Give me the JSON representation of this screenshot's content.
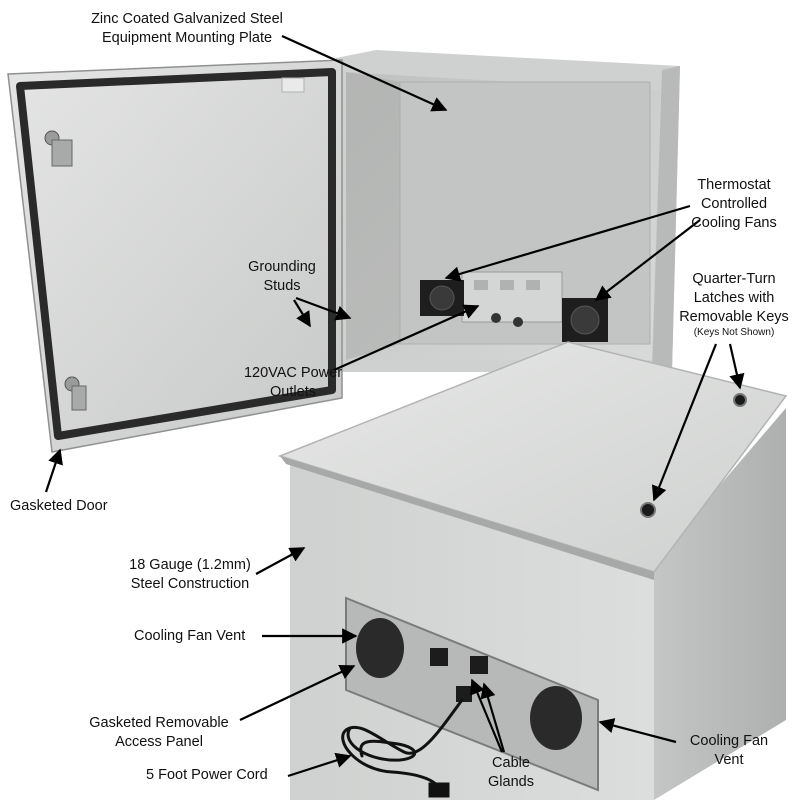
{
  "callouts": {
    "mounting_plate": [
      "Zinc Coated Galvanized Steel",
      "Equipment Mounting Plate"
    ],
    "fans": [
      "Thermostat",
      "Controlled",
      "Cooling Fans"
    ],
    "latches": [
      "Quarter-Turn",
      "Latches with",
      "Removable Keys"
    ],
    "latches_note": "(Keys Not Shown)",
    "grounding": [
      "Grounding",
      "Studs"
    ],
    "outlets": [
      "120VAC Power",
      "Outlets"
    ],
    "door": "Gasketed Door",
    "steel": [
      "18 Gauge (1.2mm)",
      "Steel Construction"
    ],
    "fan_vent_left": "Cooling Fan Vent",
    "access_panel": [
      "Gasketed Removable",
      "Access Panel"
    ],
    "power_cord": "5 Foot Power Cord",
    "cable_glands": [
      "Cable",
      "Glands"
    ],
    "fan_vent_right": [
      "Cooling Fan",
      "Vent"
    ]
  },
  "colors": {
    "enclosure": "#d6d8d7",
    "enclosure_shadow": "#b9bcbb",
    "interior": "#c9cbca",
    "gasket": "#2a2a2a",
    "arrow": "#000000"
  }
}
